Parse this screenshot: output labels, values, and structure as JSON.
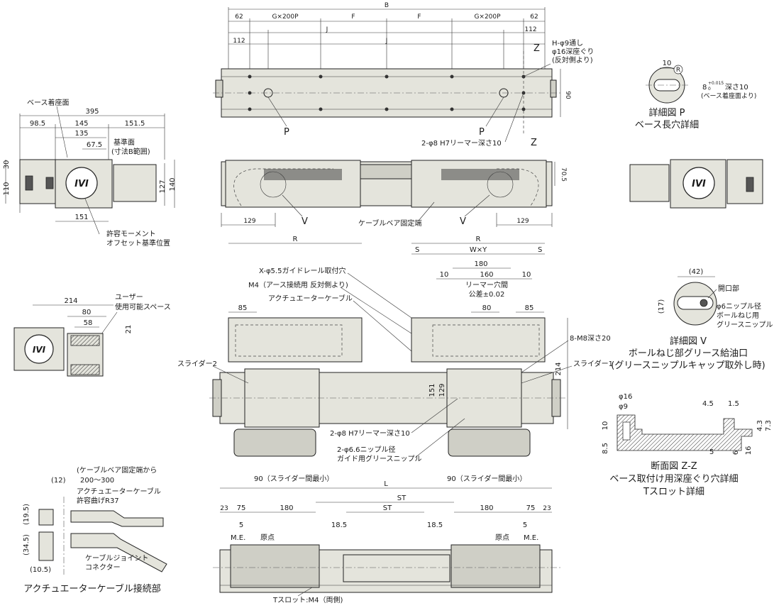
{
  "top_view": {
    "dims_top": [
      "62",
      "G×200P",
      "F",
      "F",
      "G×200P",
      "62"
    ],
    "dim_total": "B",
    "dims_second": [
      "112",
      "J",
      "J",
      "112"
    ],
    "dim_height": "90",
    "section_mark": "Z",
    "detail_mark": "P",
    "note_hole": [
      "H-φ9通し",
      "φ16深座ぐり",
      "(反対側より)"
    ],
    "note_reamer": "2-φ8 H7リーマー深さ10"
  },
  "front_view": {
    "dim_height": "70.5",
    "dims_bottom": [
      "129",
      "129"
    ],
    "detail_mark": "V",
    "note_cable": "ケーブルベア固定端"
  },
  "end_view": {
    "label_base": "ベース着座面",
    "dims": [
      "395",
      "98.5",
      "145",
      "151.5",
      "135",
      "67.5",
      "30",
      "110",
      "127",
      "140",
      "151"
    ],
    "label_ref": [
      "基準面",
      "(寸法B範囲)"
    ],
    "logo": "IVI",
    "label_moment": [
      "許容モーメント",
      "オフセット基準位置"
    ]
  },
  "detail_p": {
    "dim": "10",
    "r_mark": "R",
    "tolerance_main": "8",
    "tolerance_up": "+0.015",
    "tolerance_low": "0",
    "note": [
      "深さ10",
      "(ベース着座面より)"
    ],
    "title": [
      "詳細図 P",
      "ベース長穴詳細"
    ]
  },
  "user_space": {
    "dims": [
      "214",
      "80",
      "58",
      "21"
    ],
    "label": [
      "ユーザー",
      "使用可能スペース"
    ]
  },
  "plan_view": {
    "dims_r": [
      "R",
      "R"
    ],
    "dims_s": [
      "S",
      "W×Y",
      "S"
    ],
    "dims_inner": [
      "180",
      "10",
      "160",
      "10"
    ],
    "note_reamer_hole": [
      "リーマー穴間",
      "公差±0.02"
    ],
    "dims_85": [
      "85",
      "80",
      "85"
    ],
    "dims_vertical": [
      "214",
      "151",
      "129"
    ],
    "note_guide": "X-φ5.5ガイドレール取付穴",
    "note_m4": "M4（アース接続用 反対側より)",
    "note_cable": "アクチュエーターケーブル",
    "slider2": "スライダー2",
    "slider1": "スライダー1",
    "note_m8": "8-M8深さ20",
    "note_reamer": "2-φ8 H7リーマー深さ10",
    "note_nipple": [
      "2-φ6.6ニップル径",
      "ガイド用グリースニップル"
    ]
  },
  "detail_v": {
    "dims": [
      "(42)",
      "(17)"
    ],
    "label_open": "開口部",
    "note_nipple": [
      "φ6ニップル径",
      "ボールねじ用",
      "グリースニップル"
    ],
    "title": [
      "詳細図 V",
      "ボールねじ部グリース給油口",
      "(グリースニップルキャップ取外し時)"
    ]
  },
  "section_zz": {
    "dims": [
      "φ16",
      "φ9",
      "4.5",
      "1.5",
      "10",
      "8.5",
      "4.3",
      "7.3",
      "16",
      "6",
      "5"
    ],
    "title": [
      "断面図 Z-Z",
      "ベース取付け用深座ぐり穴詳細",
      "Tスロット詳細"
    ]
  },
  "cable_connection": {
    "dims": [
      "(12)",
      "(19.5)",
      "(34.5)",
      "(10.5)"
    ],
    "note_range": [
      "(ケーブルベア固定端から",
      "200〜300"
    ],
    "note_bend": [
      "アクチュエーターケーブル",
      "許容曲げR37"
    ],
    "note_joint": [
      "ケーブルジョイント",
      "コネクター"
    ],
    "title": "アクチュエーターケーブル接続部"
  },
  "side_view": {
    "dim_l": "L",
    "note_min_left": "90（スライダー間最小）",
    "note_min_right": "90（スライダー間最小）",
    "dim_st": [
      "ST",
      "ST"
    ],
    "dims_left": [
      "23",
      "75",
      "180",
      "5",
      "18.5"
    ],
    "dims_right": [
      "180",
      "75",
      "23",
      "5",
      "18.5"
    ],
    "label_me": "M.E.",
    "label_origin": "原点",
    "note_tslot": "Tスロット:M4（両側)"
  }
}
